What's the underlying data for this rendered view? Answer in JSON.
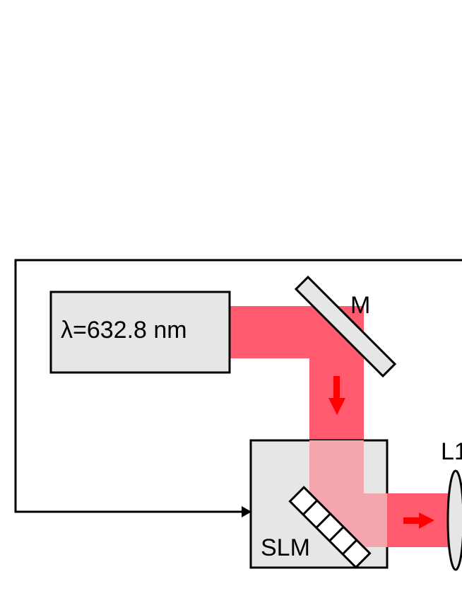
{
  "labels": {
    "laser": "λ=632.8 nm",
    "mirror": "M",
    "slm": "SLM",
    "lens": "L1"
  },
  "colors": {
    "beam": "#ff5a6e",
    "beam_overlay": "#f4a6ae",
    "box_fill": "#e6e6e6",
    "arrow": "#ff0000",
    "line": "#000000"
  }
}
